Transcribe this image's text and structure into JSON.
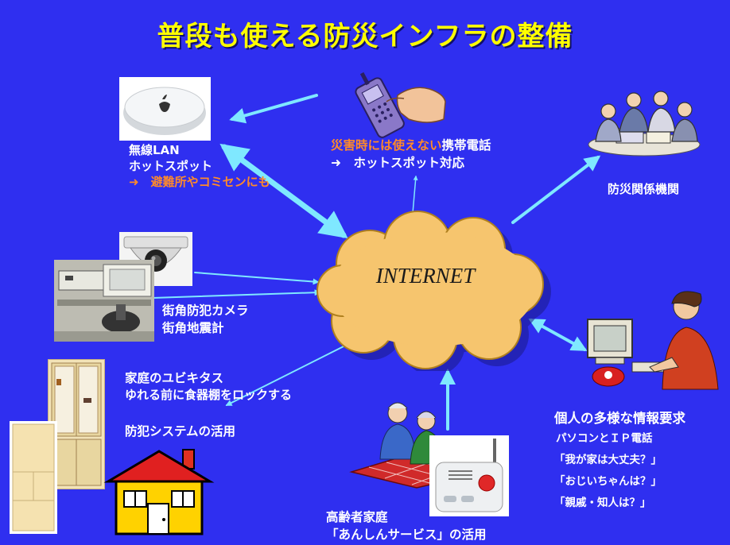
{
  "title": "普段も使える防災インフラの整備",
  "cloud_label": "INTERNET",
  "wireless": {
    "line1": "無線LAN",
    "line2": "ホットスポット",
    "line3": "➜　避難所やコミセンにも"
  },
  "mobile": {
    "line1_orange": "災害時には使えない",
    "line1_white": "携帯電話",
    "line2": "➜　ホットスポット対応"
  },
  "disaster_org": "防災関係機関",
  "camera": {
    "line1": "街角防犯カメラ",
    "line2": "街角地震計"
  },
  "ubiquitous": {
    "line1": "家庭のユビキタス",
    "line2": "ゆれる前に食器棚をロックする"
  },
  "security_system": "防犯システムの活用",
  "elderly": {
    "line1": "高齢者家庭",
    "line2": "「あんしんサービス」の活用"
  },
  "personal": {
    "heading": "個人の多様な情報要求",
    "item1": "パソコンとＩＰ電話",
    "item2": "「我が家は大丈夫？」",
    "item3": "「おじいちゃんは？」",
    "item4": "「親戚・知人は？」"
  },
  "colors": {
    "background": "#2f2ff0",
    "title": "#ffff00",
    "arrow": "#7fe8ff",
    "cloud": "#f6c56e",
    "accent_text": "#ff8a2a"
  }
}
